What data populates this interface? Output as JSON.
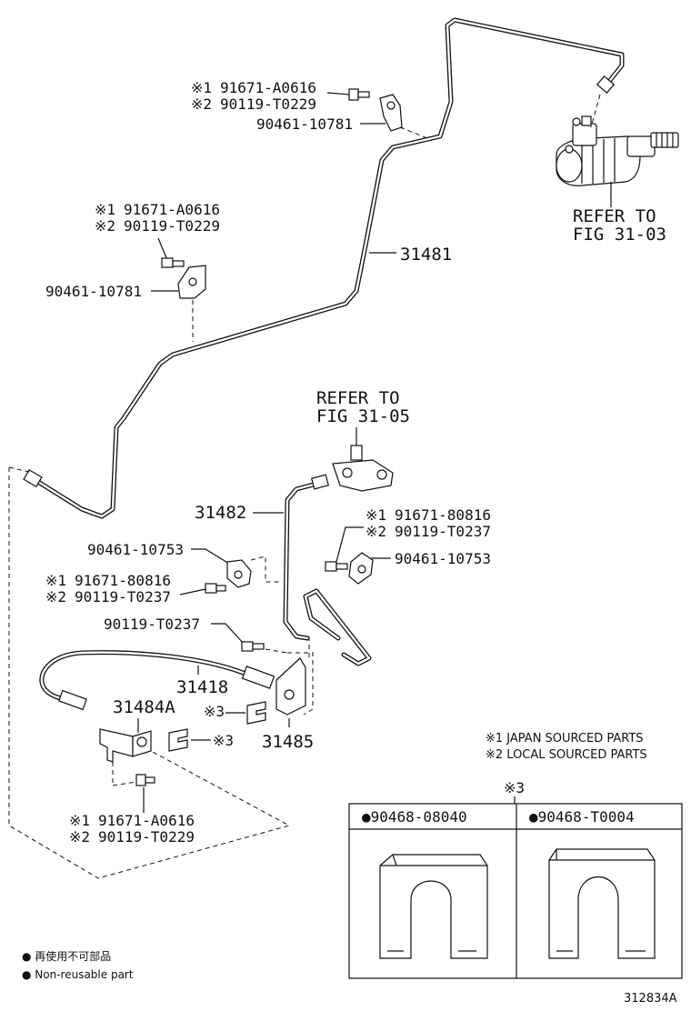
{
  "labels": {
    "mark1": "※1",
    "mark2": "※2",
    "mark3": "※3",
    "bolt_a1": "91671-A0616",
    "bolt_b2": "90119-T0229",
    "clamp_top": "90461-10781",
    "bolt_c1": "91671-A0616",
    "bolt_d2": "90119-T0229",
    "clamp_mid": "90461-10781",
    "tube_31481": "31481",
    "refer_master_l1": "REFER TO",
    "refer_master_l2": "FIG 31-03",
    "refer_slave_l1": "REFER TO",
    "refer_slave_l2": "FIG 31-05",
    "tube_31482": "31482",
    "bolt_e1": "91671-80816",
    "bolt_f2": "90119-T0237",
    "clamp_right": "90461-10753",
    "clamp_left": "90461-10753",
    "bolt_g1": "91671-80816",
    "bolt_h2": "90119-T0237",
    "bolt_single": "90119-T0237",
    "hose_31418": "31418",
    "bracket_31484a": "31484A",
    "bracket_31485": "31485",
    "bolt_i1": "91671-A0616",
    "bolt_j2": "90119-T0229"
  },
  "legend": {
    "japan": "※1 JAPAN SOURCED PARTS",
    "local": "※2 LOCAL SOURCED PARTS",
    "table_mark": "※3",
    "clip_a": "●90468-08040",
    "clip_b": "●90468-T0004"
  },
  "footer": {
    "non_reusable_jp": "● 再使用不可部品",
    "non_reusable_en": "● Non-reusable part",
    "figure_code": "312834A"
  }
}
